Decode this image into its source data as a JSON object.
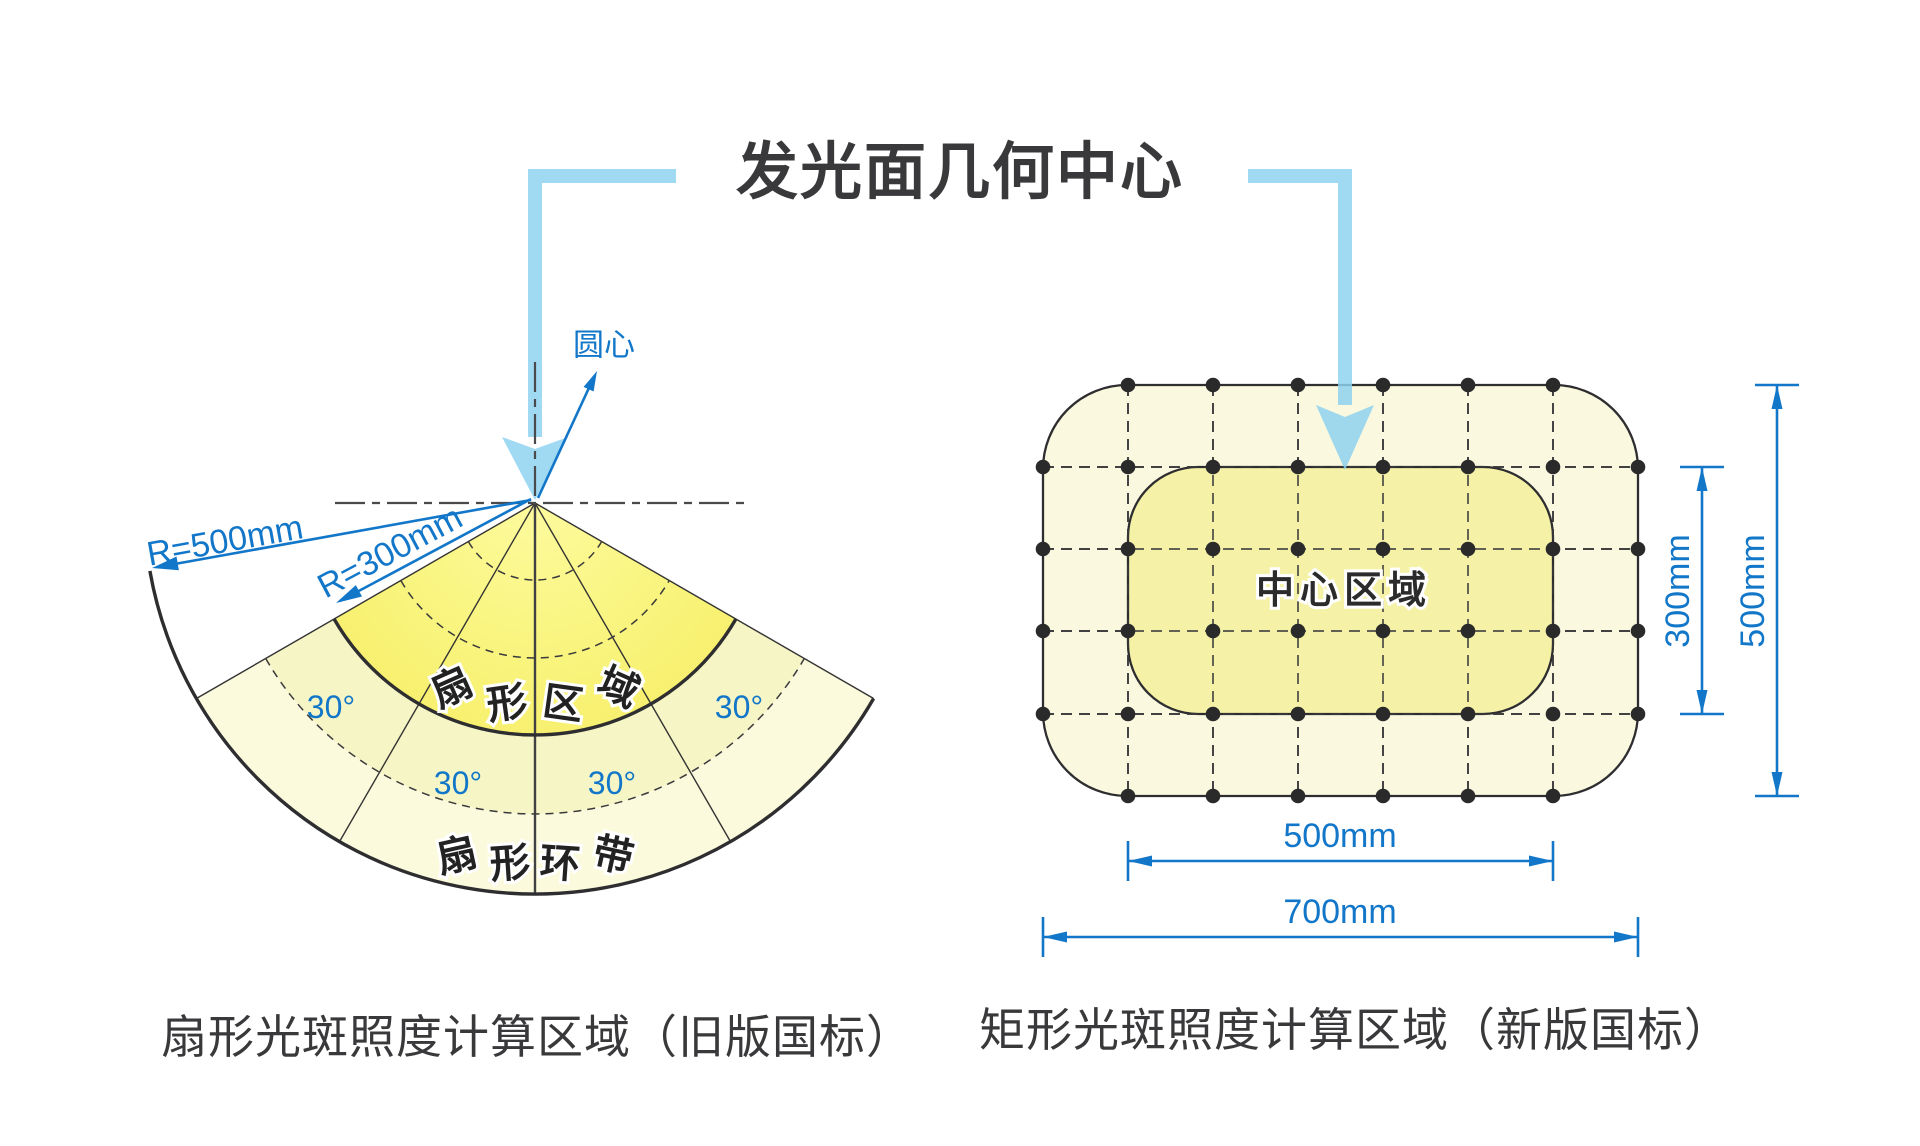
{
  "title": "发光面几何中心",
  "fan_diagram": {
    "caption": "扇形光斑照度计算区域（旧版国标）",
    "circle_center_label": "圆心",
    "radius_outer_label": "R=500mm",
    "radius_inner_label": "R=300mm",
    "sector_angle_labels": [
      "30°",
      "30°",
      "30°",
      "30°"
    ],
    "sector_region_chars": [
      "扇",
      "形",
      "区",
      "域"
    ],
    "ring_band_chars": [
      "扇",
      "形",
      "环",
      "带"
    ]
  },
  "rect_diagram": {
    "caption": "矩形光斑照度计算区域（新版国标）",
    "center_region_label": "中心区域",
    "inner_height_label": "300mm",
    "outer_height_label": "500mm",
    "inner_width_label": "500mm",
    "outer_width_label": "700mm"
  },
  "colors": {
    "dimension_blue": "#1277C9",
    "pointer_light_blue": "#8DD2F0",
    "fan_sector_yellow": "#F9F47C",
    "ring_band_yellow": "#F6F5C5",
    "ring_band_pale": "#FBFADD",
    "rect_outer_fill": "#FAF9DF",
    "rect_inner_fill": "#F5F2A7",
    "line_dark": "#2E2E30",
    "text_dark": "#39393B"
  }
}
